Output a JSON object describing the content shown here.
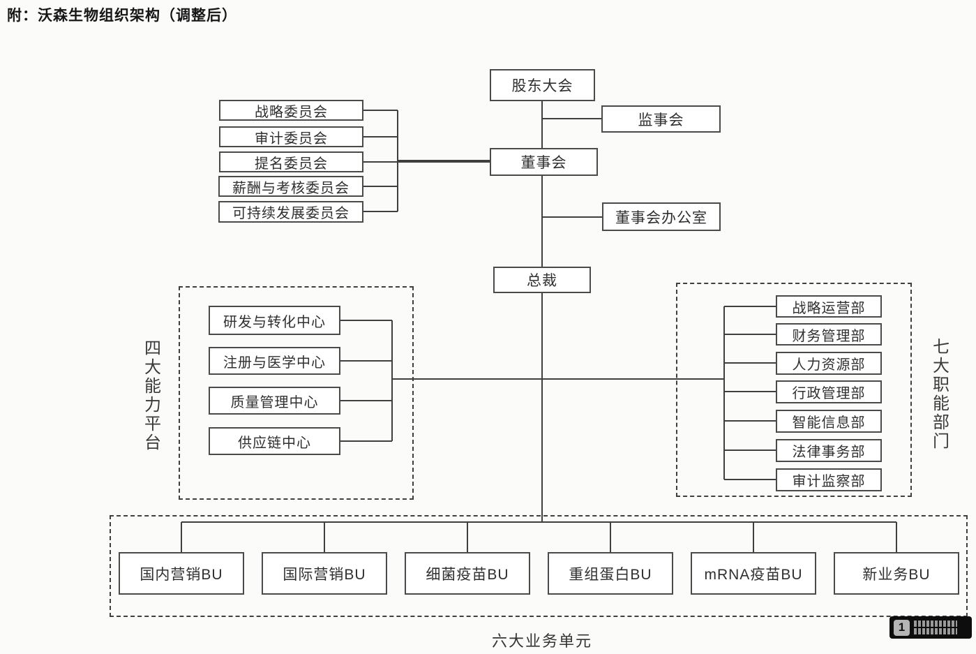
{
  "page": {
    "title": "附：沃森生物组织架构（调整后）"
  },
  "org": {
    "top": {
      "shareholders": "股东大会",
      "supervisory_board": "监事会",
      "board": "董事会",
      "board_office": "董事会办公室",
      "president": "总裁"
    },
    "committees": [
      {
        "label": "战略委员会"
      },
      {
        "label": "审计委员会"
      },
      {
        "label": "提名委员会"
      },
      {
        "label": "薪酬与考核委员会"
      },
      {
        "label": "可持续发展委员会"
      }
    ],
    "capability_platform": {
      "group_label": "四大能力平台",
      "items": [
        {
          "label": "研发与转化中心"
        },
        {
          "label": "注册与医学中心"
        },
        {
          "label": "质量管理中心"
        },
        {
          "label": "供应链中心"
        }
      ]
    },
    "functional_departments": {
      "group_label": "七大职能部门",
      "items": [
        {
          "label": "战略运营部"
        },
        {
          "label": "财务管理部"
        },
        {
          "label": "人力资源部"
        },
        {
          "label": "行政管理部"
        },
        {
          "label": "智能信息部"
        },
        {
          "label": "法律事务部"
        },
        {
          "label": "审计监察部"
        }
      ]
    },
    "business_units": {
      "group_label": "六大业务单元",
      "items": [
        {
          "label": "国内营销BU"
        },
        {
          "label": "国际营销BU"
        },
        {
          "label": "细菌疫苗BU"
        },
        {
          "label": "重组蛋白BU"
        },
        {
          "label": "mRNA疫苗BU"
        },
        {
          "label": "新业务BU"
        }
      ]
    }
  },
  "watermark": {
    "glyph": "1"
  },
  "colors": {
    "line": "#3f3f3f",
    "box_border": "#4a4a4a",
    "text": "#2f2f2f",
    "background": "#fbfbfa",
    "watermark_bg": "#0d0d0d"
  }
}
